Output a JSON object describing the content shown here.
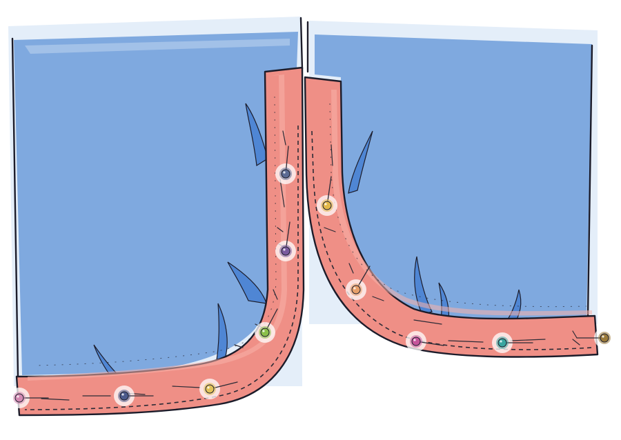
{
  "colors": {
    "background": "#ffffff",
    "fabric_light": "#e4eef9",
    "fabric": "#7fa9df",
    "fabric_shadow": "#4f86d4",
    "binding": "#ef8f86",
    "binding_highlight": "#f7b3aa",
    "outline": "#1c1c2a",
    "stitch": "#2a2a35"
  },
  "panels": [
    {
      "name": "left-fabric-panel",
      "icon": "fabric-panel-icon"
    },
    {
      "name": "right-fabric-panel",
      "icon": "fabric-panel-icon"
    }
  ],
  "bias_strips": [
    {
      "name": "left-bias-binding-strip",
      "icon": "bias-tape-icon"
    },
    {
      "name": "right-bias-binding-strip",
      "icon": "bias-tape-icon"
    }
  ],
  "pins": [
    {
      "strip": "left",
      "color": "#d48ab3"
    },
    {
      "strip": "left",
      "color": "#4b5a8c"
    },
    {
      "strip": "left",
      "color": "#e2c35a"
    },
    {
      "strip": "left",
      "color": "#8bbf4a"
    },
    {
      "strip": "left",
      "color": "#7a5a9e"
    },
    {
      "strip": "left",
      "color": "#5c6b94"
    },
    {
      "strip": "right",
      "color": "#e2b84a"
    },
    {
      "strip": "right",
      "color": "#e7a06a"
    },
    {
      "strip": "right",
      "color": "#c4549a"
    },
    {
      "strip": "right",
      "color": "#3aa6a0"
    },
    {
      "strip": "right",
      "color": "#9a7a3a"
    }
  ]
}
